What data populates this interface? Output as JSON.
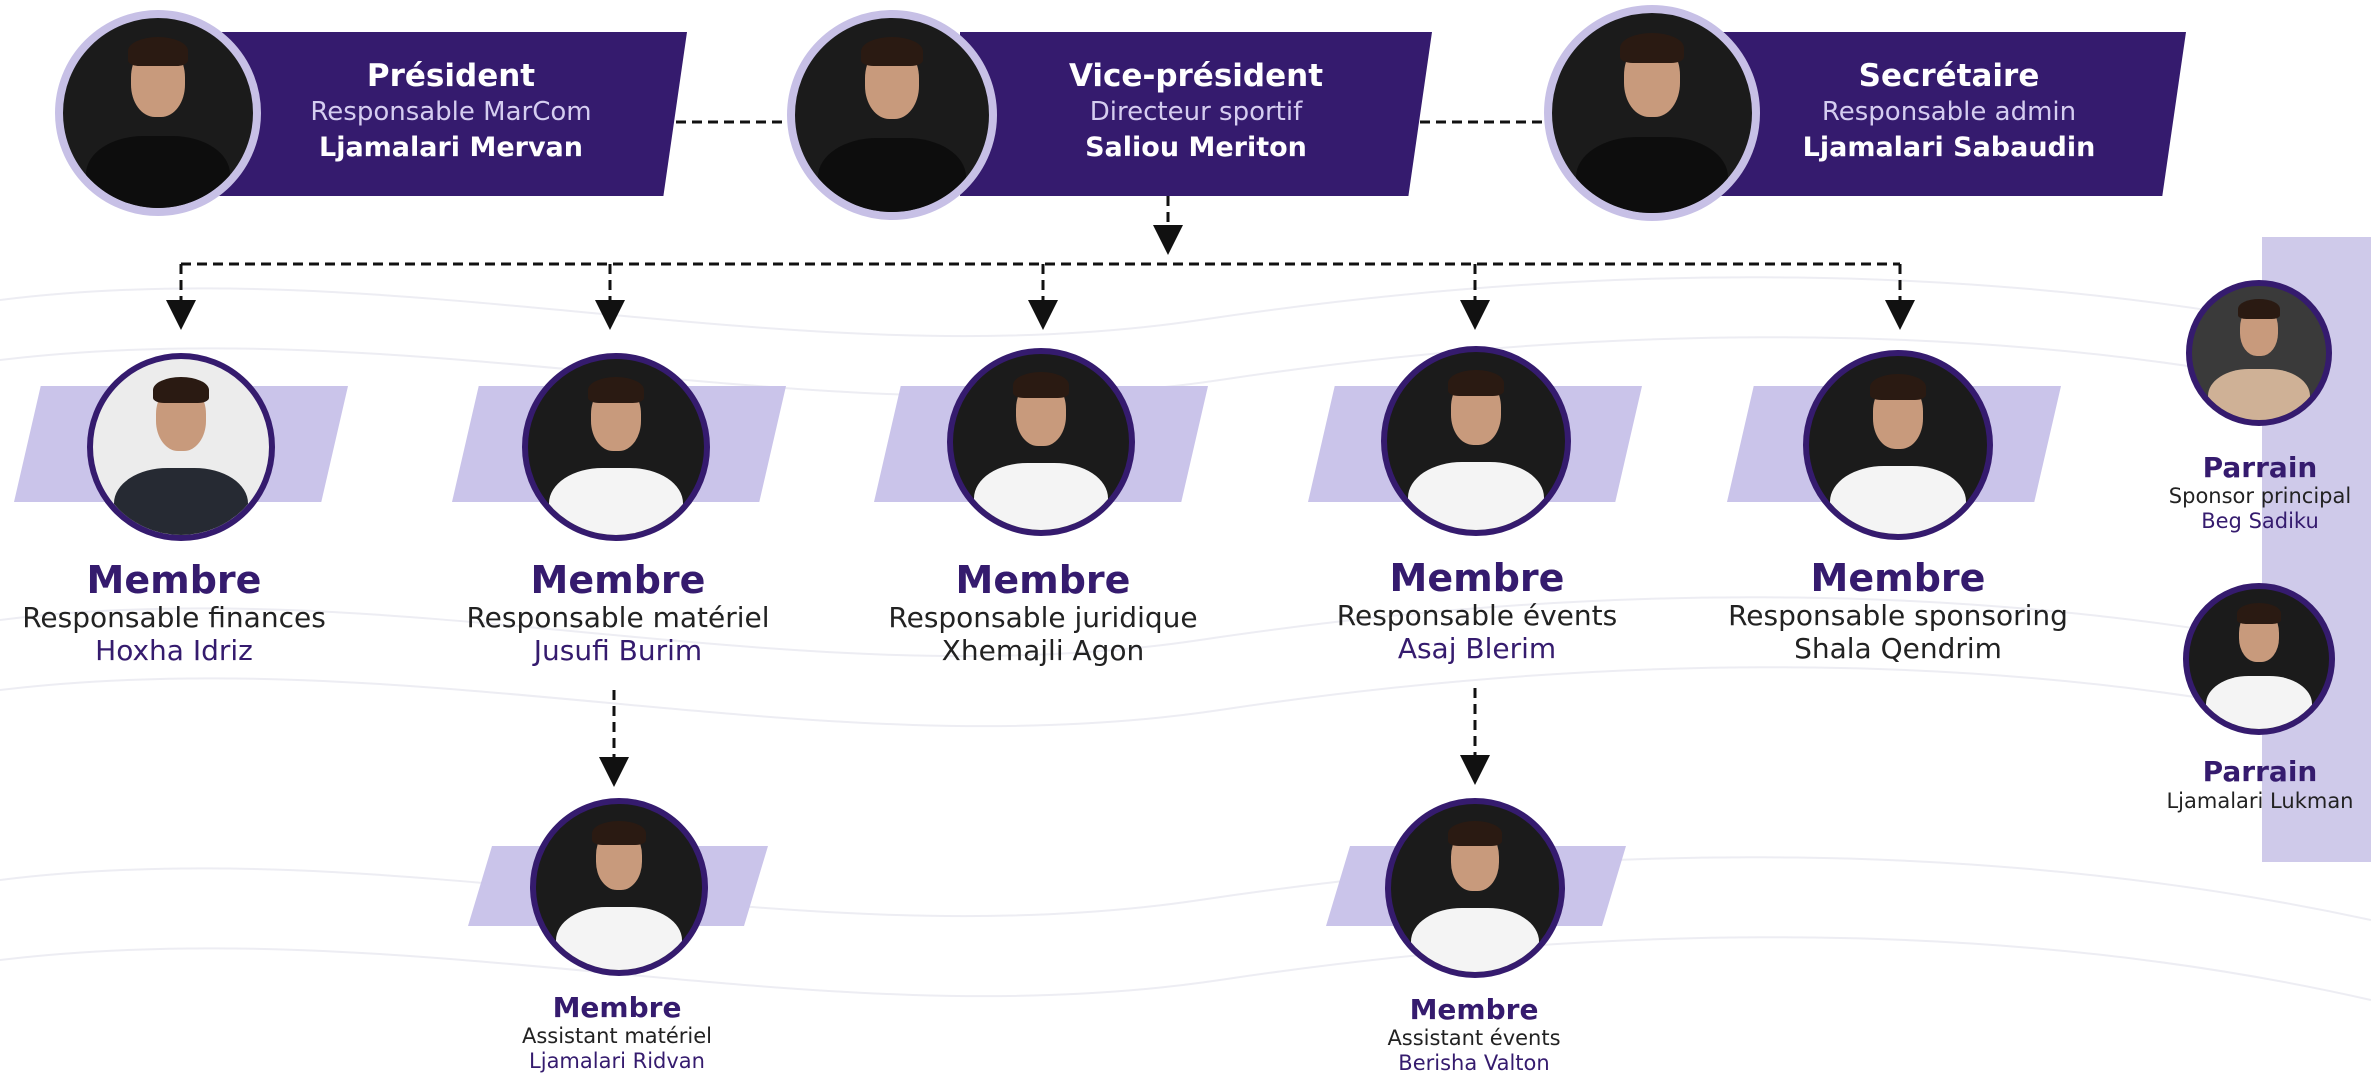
{
  "colors": {
    "brand_purple": "#351b6e",
    "light_purple": "#cac4ea",
    "ring": "#c7c0e6"
  },
  "executives": [
    {
      "role": "Président",
      "subtitle": "Responsable MarCom",
      "name": "Ljamalari Mervan"
    },
    {
      "role": "Vice-président",
      "subtitle": "Directeur sportif",
      "name": "Saliou Meriton"
    },
    {
      "role": "Secrétaire",
      "subtitle": "Responsable admin",
      "name": "Ljamalari Sabaudin"
    }
  ],
  "members": [
    {
      "role": "Membre",
      "responsibility": "Responsable finances",
      "name": "Hoxha Idriz"
    },
    {
      "role": "Membre",
      "responsibility": "Responsable matériel",
      "name": "Jusufi Burim"
    },
    {
      "role": "Membre",
      "responsibility": "Responsable juridique",
      "name": "Xhemajli Agon"
    },
    {
      "role": "Membre",
      "responsibility": "Responsable évents",
      "name": "Asaj Blerim"
    },
    {
      "role": "Membre",
      "responsibility": "Responsable sponsoring",
      "name": "Shala Qendrim"
    }
  ],
  "assistants": [
    {
      "role": "Membre",
      "responsibility": "Assistant matériel",
      "name": "Ljamalari Ridvan"
    },
    {
      "role": "Membre",
      "responsibility": "Assistant évents",
      "name": "Berisha Valton"
    }
  ],
  "sponsors": [
    {
      "role": "Parrain",
      "responsibility": "Sponsor principal",
      "name": "Beg Sadiku"
    },
    {
      "role": "Parrain",
      "name": "Ljamalari Lukman"
    }
  ]
}
